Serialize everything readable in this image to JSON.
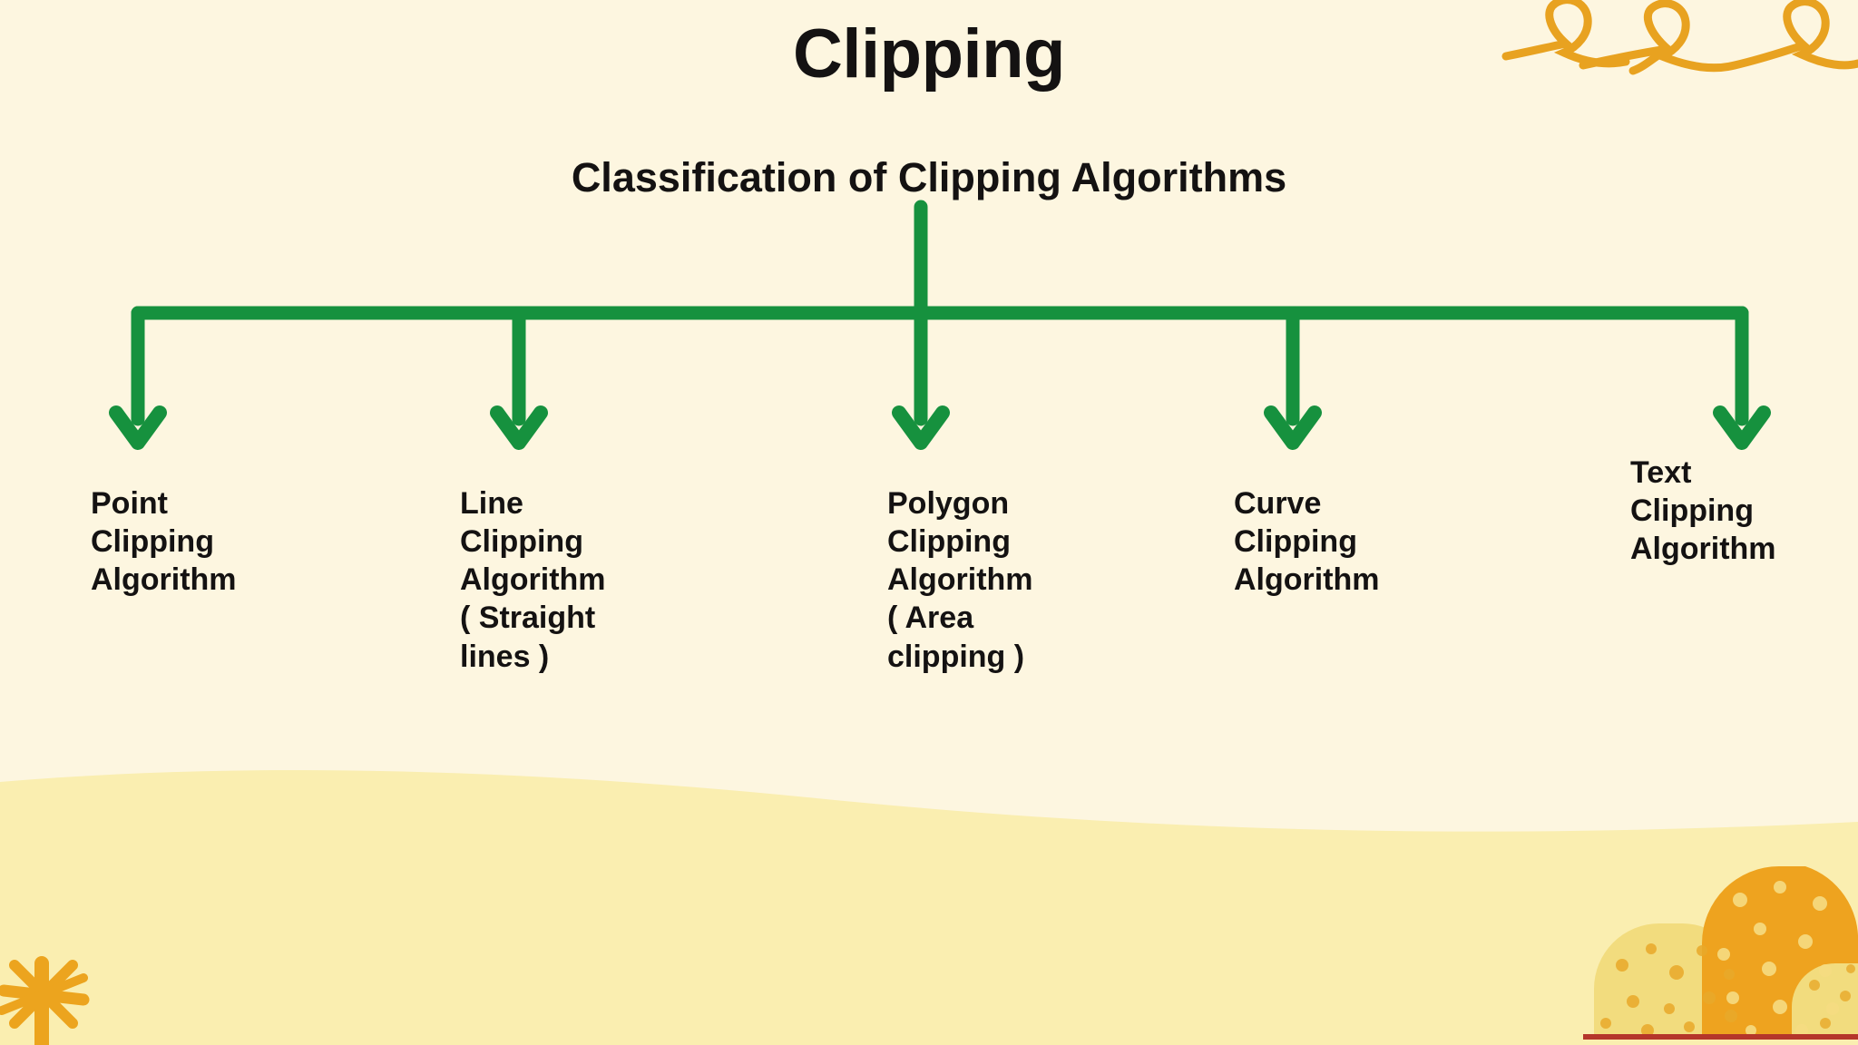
{
  "slide": {
    "title": "Clipping",
    "subtitle": "Classification of Clipping Algorithms"
  },
  "colors": {
    "background": "#FDF6E0",
    "text": "#141212",
    "connector_green": "#16913E",
    "decor_orange": "#E8A220",
    "band_yellow": "#FAEEB0",
    "bush_light": "#F2DC7E",
    "bush_orange": "#EEA31F",
    "ground_line": "#B5362A"
  },
  "diagram": {
    "root_label": "Classification of Clipping Algorithms",
    "nodes": [
      {
        "id": "point",
        "label": "Point\nClipping\nAlgorithm"
      },
      {
        "id": "line",
        "label": "Line\nClipping\nAlgorithm\n( Straight\nlines )"
      },
      {
        "id": "polygon",
        "label": "Polygon\nClipping\nAlgorithm\n( Area\nclipping )"
      },
      {
        "id": "curve",
        "label": "Curve\nClipping\nAlgorithm"
      },
      {
        "id": "text",
        "label": "Text\nClipping\nAlgorithm"
      }
    ]
  },
  "decorations": {
    "top_right": "loopy-squiggle-icon",
    "bottom_left": "star-burst-icon",
    "bottom_right": "bushes-icon",
    "bottom_band": "rolling-hill-shape"
  },
  "chart_data": {
    "type": "diagram",
    "diagram_kind": "tree",
    "title": "Clipping",
    "subtitle": "Classification of Clipping Algorithms",
    "root": "Classification of Clipping Algorithms",
    "children": [
      "Point Clipping Algorithm",
      "Line Clipping Algorithm ( Straight lines )",
      "Polygon Clipping Algorithm ( Area clipping )",
      "Curve Clipping Algorithm",
      "Text Clipping Algorithm"
    ],
    "edge_color": "#16913E",
    "orientation": "top-down"
  }
}
